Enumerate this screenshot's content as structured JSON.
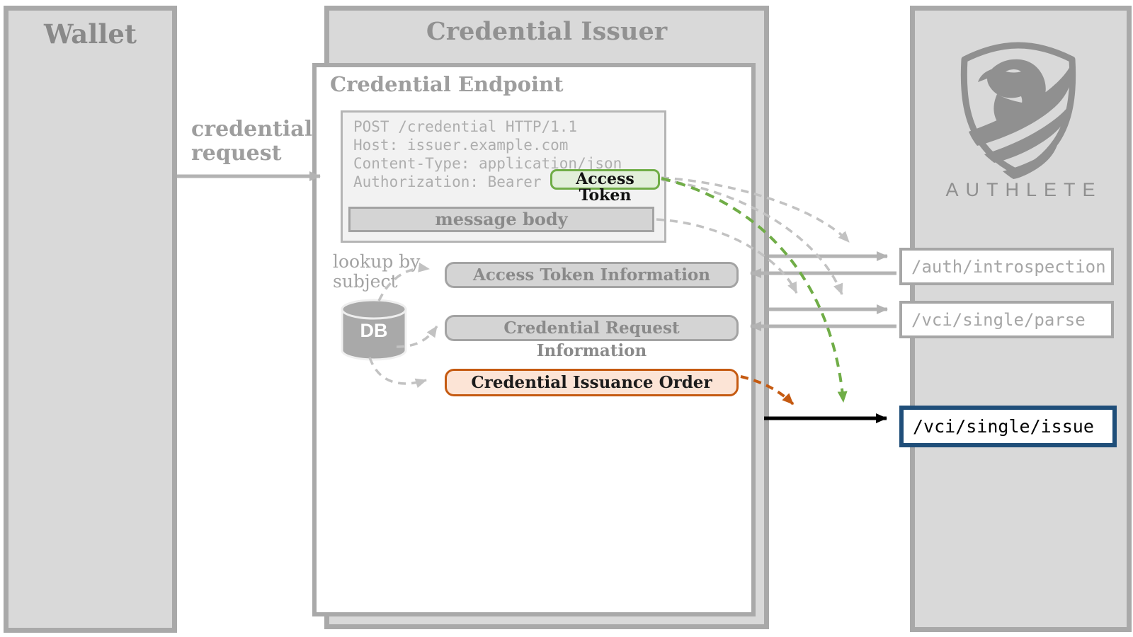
{
  "wallet": {
    "title": "Wallet"
  },
  "issuer": {
    "title": "Credential Issuer",
    "endpoint": {
      "title": "Credential Endpoint",
      "http_request": {
        "line1": "POST /credential HTTP/1.1",
        "line2": "Host: issuer.example.com",
        "line3": "Content-Type: application/json",
        "line4": "Authorization: Bearer",
        "access_token": "Access Token",
        "message_body": "message body"
      },
      "db": {
        "label": "DB",
        "lookup_line1": "lookup by",
        "lookup_line2": "subject"
      },
      "artifacts": {
        "access_token_information": "Access Token Information",
        "credential_request_information": "Credential Request Information",
        "credential_issuance_order": "Credential Issuance Order"
      }
    }
  },
  "flow_labels": {
    "credential_request_line1": "credential",
    "credential_request_line2": "request"
  },
  "authlete": {
    "brand": "AUTHLETE",
    "endpoints": {
      "introspection": "/auth/introspection",
      "parse": "/vci/single/parse",
      "issue": "/vci/single/issue"
    }
  },
  "colors": {
    "accent_green": "#70AD47",
    "accent_green_fill": "#E2EFDA",
    "accent_orange": "#C55A11",
    "accent_orange_fill": "#FCE4D6",
    "accent_navy": "#1F4E79",
    "box_fill_gray": "#D9D9D9",
    "box_border_gray": "#A9A9A9",
    "muted_text_gray": "#8E8E8E",
    "arrow_black": "#000000"
  }
}
